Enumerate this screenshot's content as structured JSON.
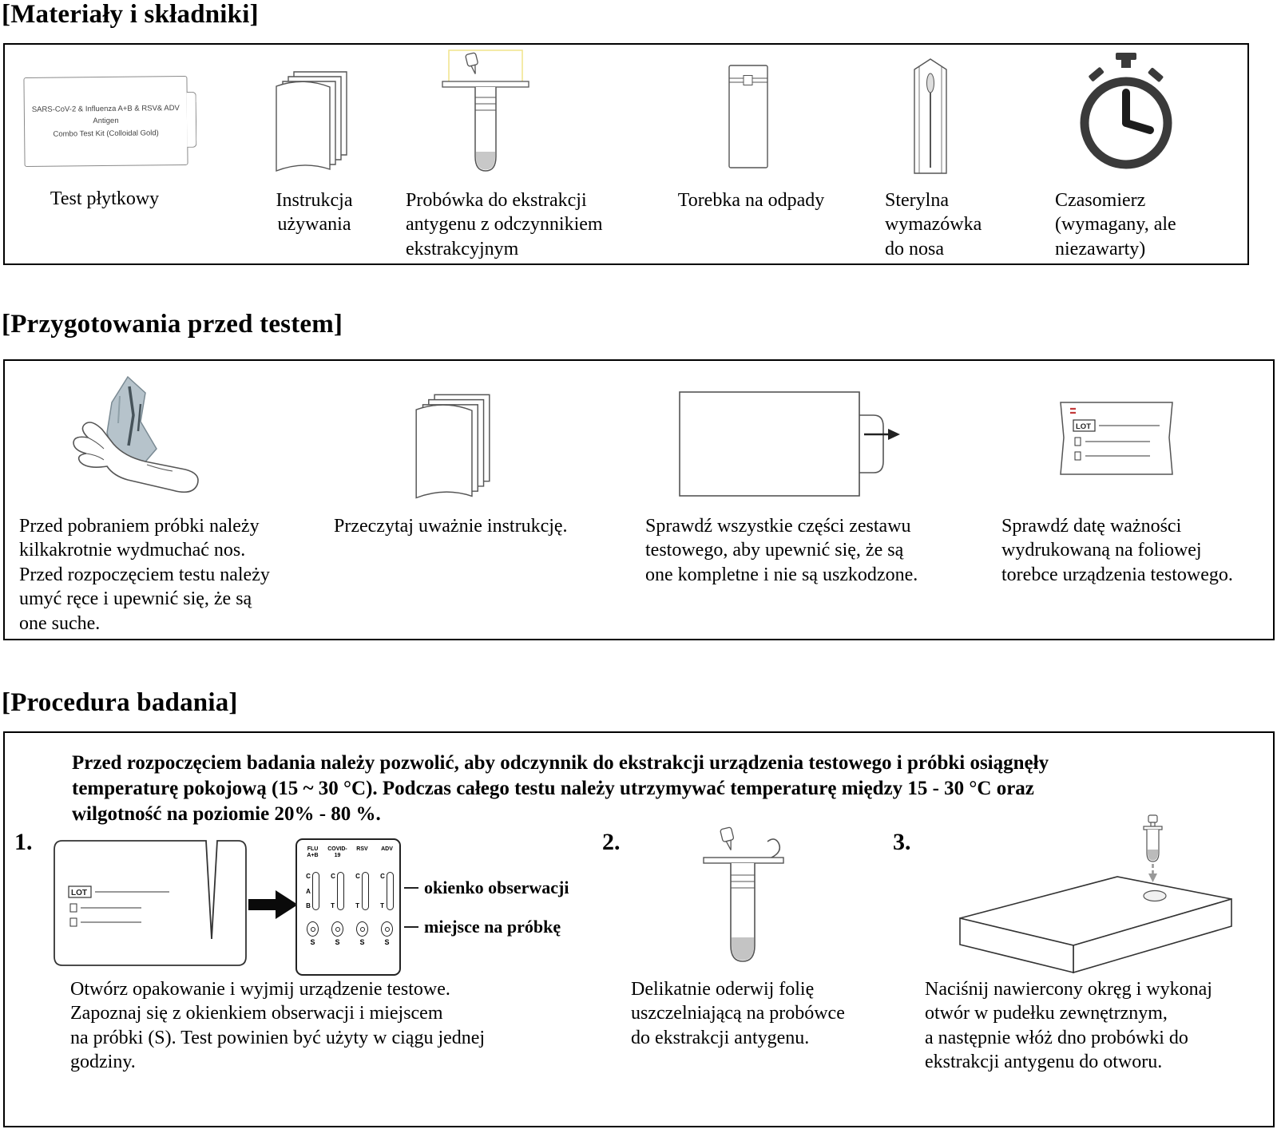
{
  "materials": {
    "title": "[Materiały i składniki]",
    "kit_box_text": "SARS-CoV-2 & Influenza A+B & RSV& ADV Antigen\nCombo Test Kit (Colloidal Gold)",
    "items": [
      {
        "label": "Test płytkowy"
      },
      {
        "label": "Instrukcja\nużywania"
      },
      {
        "label": "Probówka do ekstrakcji\nantygenu z odczynnikiem\nekstrakcyjnym"
      },
      {
        "label": "Torebka na odpady"
      },
      {
        "label": "Sterylna\nwymazówka\ndo nosa"
      },
      {
        "label": "Czasomierz\n(wymagany, ale\nniezawarty)"
      }
    ]
  },
  "preparation": {
    "title": "[Przygotowania przed testem]",
    "lot_label": "LOT",
    "items": [
      {
        "caption": "Przed pobraniem próbki należy\nkilkakrotnie wydmuchać nos.\nPrzed rozpoczęciem testu należy\numyć ręce i upewnić się, że są\none suche."
      },
      {
        "caption": "Przeczytaj uważnie instrukcję."
      },
      {
        "caption": "Sprawdź wszystkie części zestawu\ntestowego, aby upewnić się, że są\none kompletne i nie są uszkodzone."
      },
      {
        "caption": "Sprawdź datę ważności\nwydrukowaną na foliowej\ntorebce urządzenia testowego."
      }
    ]
  },
  "procedure": {
    "title": "[Procedura badania]",
    "intro": "Przed rozpoczęciem badania należy pozwolić, aby odczynnik do ekstrakcji urządzenia testowego i próbki osiągnęły\ntemperaturę pokojową (15 ~ 30 °C). Podczas całego testu należy utrzymywać temperaturę między 15 - 30 °C oraz\nwilgotność na poziomie 20% - 80 %.",
    "lot_label": "LOT",
    "steps": [
      {
        "number": "1.",
        "caption": "Otwórz opakowanie i wyjmij urządzenie testowe.\nZapoznaj się z okienkiem obserwacji i miejscem\nna próbki (S). Test powinien być użyty w ciągu jednej\ngodziny."
      },
      {
        "number": "2.",
        "caption": "Delikatnie oderwij folię\nuszczelniającą na probówce\ndo ekstrakcji antygenu."
      },
      {
        "number": "3.",
        "caption": "Naciśnij nawiercony okręg i wykonaj\notwór w pudełku zewnętrznym,\na następnie włóż dno probówki do\nekstrakcji antygenu do otworu."
      }
    ],
    "cassette": {
      "window_label": "okienko obserwacji",
      "well_label": "miejsce na próbkę",
      "columns": [
        {
          "header": "FLU\nA+B",
          "marks": [
            "C",
            "A",
            "B"
          ],
          "well": "S"
        },
        {
          "header": "COVID-19",
          "marks": [
            "C",
            "T"
          ],
          "well": "S"
        },
        {
          "header": "RSV",
          "marks": [
            "C",
            "T"
          ],
          "well": "S"
        },
        {
          "header": "ADV",
          "marks": [
            "C",
            "T"
          ],
          "well": "S"
        }
      ]
    }
  }
}
